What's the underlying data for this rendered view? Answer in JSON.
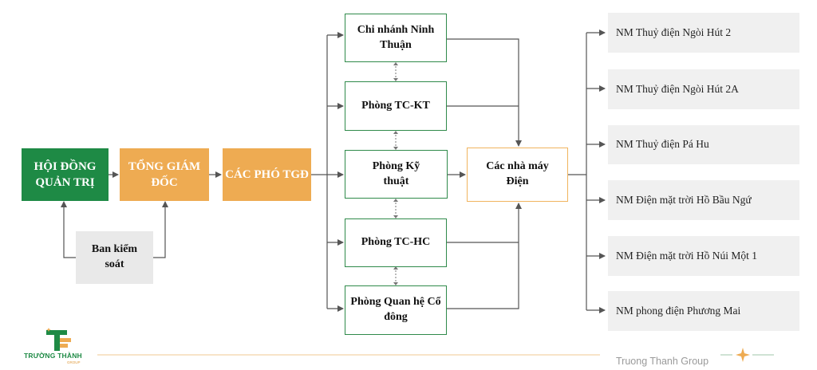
{
  "top": {
    "board": "HỘI ĐỒNG QUẢN TRỊ",
    "ceo": "TỔNG GIÁM ĐỐC",
    "deputies": "CÁC PHÓ TGĐ",
    "supervisory": "Ban kiểm soát"
  },
  "departments": [
    "Chi nhánh Ninh Thuận",
    "Phòng TC-KT",
    "Phòng Kỹ thuật",
    "Phòng TC-HC",
    "Phòng Quan hệ Cổ đông"
  ],
  "plants_hub": "Các nhà máy Điện",
  "plants": [
    "NM Thuỷ điện Ngòi Hút 2",
    "NM Thuỷ điện Ngòi Hút 2A",
    "NM Thuỷ điện Pá Hu",
    "NM Điện mặt trời Hồ Bầu Ngứ",
    "NM Điện mặt trời Hồ Núi Một 1",
    "NM phong điện Phương Mai"
  ],
  "footer": {
    "logo_text": "TRƯỜNG THÀNH",
    "logo_sub": "GROUP",
    "caption": "Truong Thanh Group"
  },
  "colors": {
    "green": "#1e8a45",
    "orange": "#eeab52",
    "grey": "#e9e9e9",
    "line": "#555555"
  }
}
